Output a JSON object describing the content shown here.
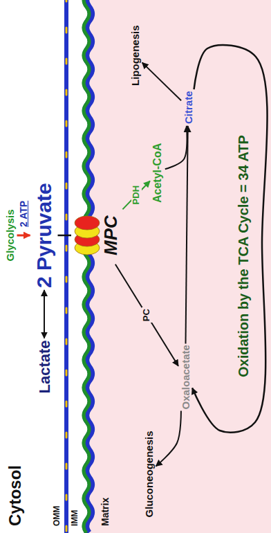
{
  "diagram": {
    "nodes": [
      {
        "text": [
          "Glycolysis"
        ]
      },
      {
        "text": [
          "Lactate"
        ]
      },
      {
        "text": [
          "2 Pyruvate"
        ]
      },
      {
        "text": [
          "MPC"
        ]
      },
      {
        "text": [
          "Acetyl-CoA"
        ]
      },
      {
        "text": [
          "Oxaloacetate"
        ]
      },
      {
        "text": [
          "Citrate"
        ]
      },
      {
        "text": [
          "Lipogenesis"
        ]
      },
      {
        "text": [
          "Gluconeogenesis"
        ]
      }
    ],
    "edges": [
      {
        "from": 0,
        "to": 2,
        "label": "2 ATP",
        "arrow": "to"
      },
      {
        "from": 1,
        "to": 2,
        "arrow": "both"
      },
      {
        "from": 2,
        "to": 3,
        "arrow": "none"
      },
      {
        "from": 3,
        "to": 4,
        "label": "PDH",
        "arrow": "to"
      },
      {
        "from": 3,
        "to": 5,
        "label": "PC",
        "arrow": "to"
      },
      {
        "from": 4,
        "to": 6,
        "arrow": "to"
      },
      {
        "from": 5,
        "to": 6,
        "arrow": "to"
      },
      {
        "from": 6,
        "to": 7,
        "arrow": "to"
      },
      {
        "from": 5,
        "to": 8,
        "arrow": "to"
      },
      {
        "from": 6,
        "to": 5,
        "label": "Oxidation by the TCA Cycle = 34 ATP",
        "arrow": "to"
      }
    ],
    "labels": [
      "Cytosol",
      "OMM",
      "IMM",
      "Matrix"
    ]
  }
}
